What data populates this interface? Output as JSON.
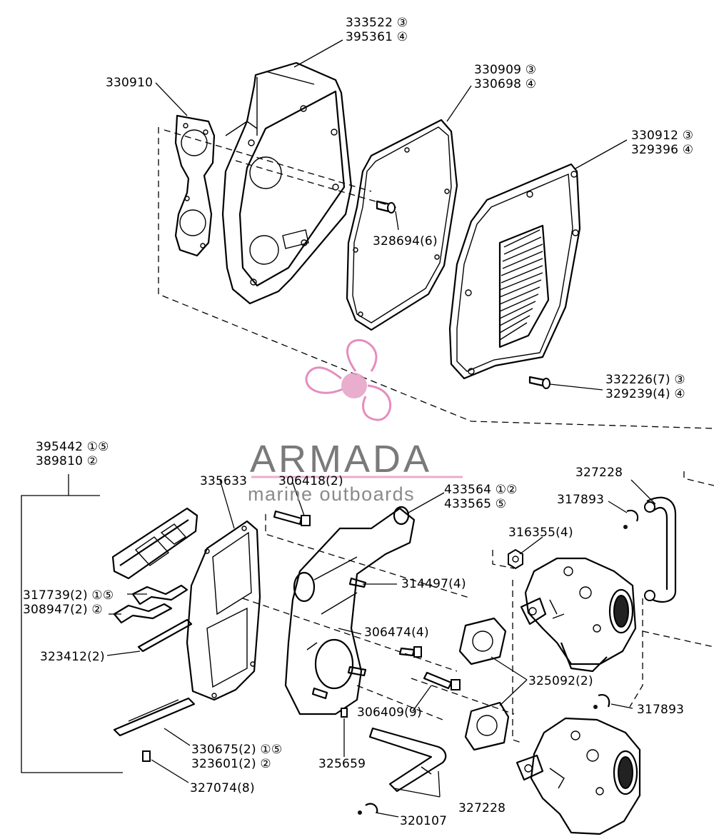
{
  "watermark": {
    "brand": "ARMADA",
    "tagline": "marine outboards",
    "color": "#e69fc6"
  },
  "labels": [
    {
      "id": "l1",
      "lines": [
        "333522 ③",
        "395361 ④"
      ]
    },
    {
      "id": "l2",
      "lines": [
        "330910"
      ]
    },
    {
      "id": "l3",
      "lines": [
        "330909 ③",
        "330698 ④"
      ]
    },
    {
      "id": "l4",
      "lines": [
        "330912 ③",
        "329396 ④"
      ]
    },
    {
      "id": "l5",
      "lines": [
        "328694(6)"
      ]
    },
    {
      "id": "l6",
      "lines": [
        "332226(7) ③",
        "329239(4) ④"
      ]
    },
    {
      "id": "l7",
      "lines": [
        "395442 ①⑤",
        "389810 ②"
      ]
    },
    {
      "id": "l8",
      "lines": [
        "335633"
      ]
    },
    {
      "id": "l9",
      "lines": [
        "306418(2)"
      ]
    },
    {
      "id": "l10",
      "lines": [
        "433564 ①②",
        "433565 ⑤"
      ]
    },
    {
      "id": "l11",
      "lines": [
        "327228"
      ]
    },
    {
      "id": "l12",
      "lines": [
        "317893"
      ]
    },
    {
      "id": "l13",
      "lines": [
        "316355(4)"
      ]
    },
    {
      "id": "l14",
      "lines": [
        "314497(4)"
      ]
    },
    {
      "id": "l15",
      "lines": [
        "317739(2) ①⑤",
        "308947(2) ②"
      ]
    },
    {
      "id": "l16",
      "lines": [
        "306474(4)"
      ]
    },
    {
      "id": "l17",
      "lines": [
        "323412(2)"
      ]
    },
    {
      "id": "l18",
      "lines": [
        "325092(2)"
      ]
    },
    {
      "id": "l19",
      "lines": [
        "306409(9)"
      ]
    },
    {
      "id": "l20",
      "lines": [
        "317893"
      ]
    },
    {
      "id": "l21",
      "lines": [
        "330675(2) ①⑤",
        "323601(2) ②"
      ]
    },
    {
      "id": "l22",
      "lines": [
        "325659"
      ]
    },
    {
      "id": "l23",
      "lines": [
        "327074(8)"
      ]
    },
    {
      "id": "l24",
      "lines": [
        "327228"
      ]
    },
    {
      "id": "l25",
      "lines": [
        "320107"
      ]
    }
  ]
}
